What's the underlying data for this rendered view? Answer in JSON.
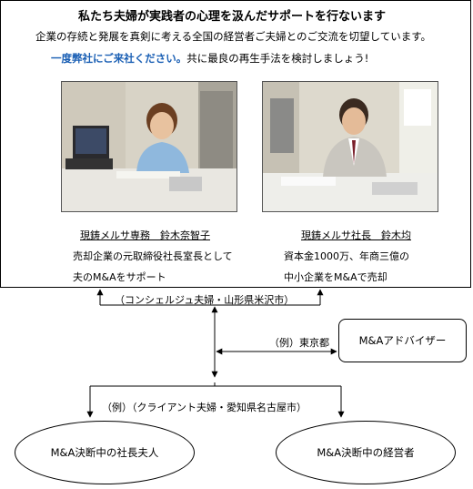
{
  "headline": "私たち夫婦が実践者の心理を汲んだサポートを行ないます",
  "intro": "企業の存続と発展を真剣に考える全国の経営者ご夫婦とのご交流を切望しています。",
  "invite": {
    "highlight": "一度弊社にご来社ください。",
    "rest": "共に最良の再生手法を検討しましょう!"
  },
  "left_person": {
    "name": "現鋳メルサ専務　鈴木奈智子",
    "desc1": "売却企業の元取締役社長室長として",
    "desc2": "夫のM&Aをサポート"
  },
  "right_person": {
    "name": "現鋳メルサ社長　鈴木均",
    "desc1": "資本金1000万、年商三億の",
    "desc2": "中小企業をM&Aで売却"
  },
  "concierge_label": "（コンシェルジュ夫婦・山形県米沢市）",
  "tokyo_label": "（例）東京都",
  "advisor": "M&Aアドバイザー",
  "client_label": "（例）（クライアント夫婦・愛知県名古屋市）",
  "oval_left": "M&A決断中の社長夫人",
  "oval_right": "M&A決断中の経営者",
  "colors": {
    "accent": "#1a5fb4"
  }
}
